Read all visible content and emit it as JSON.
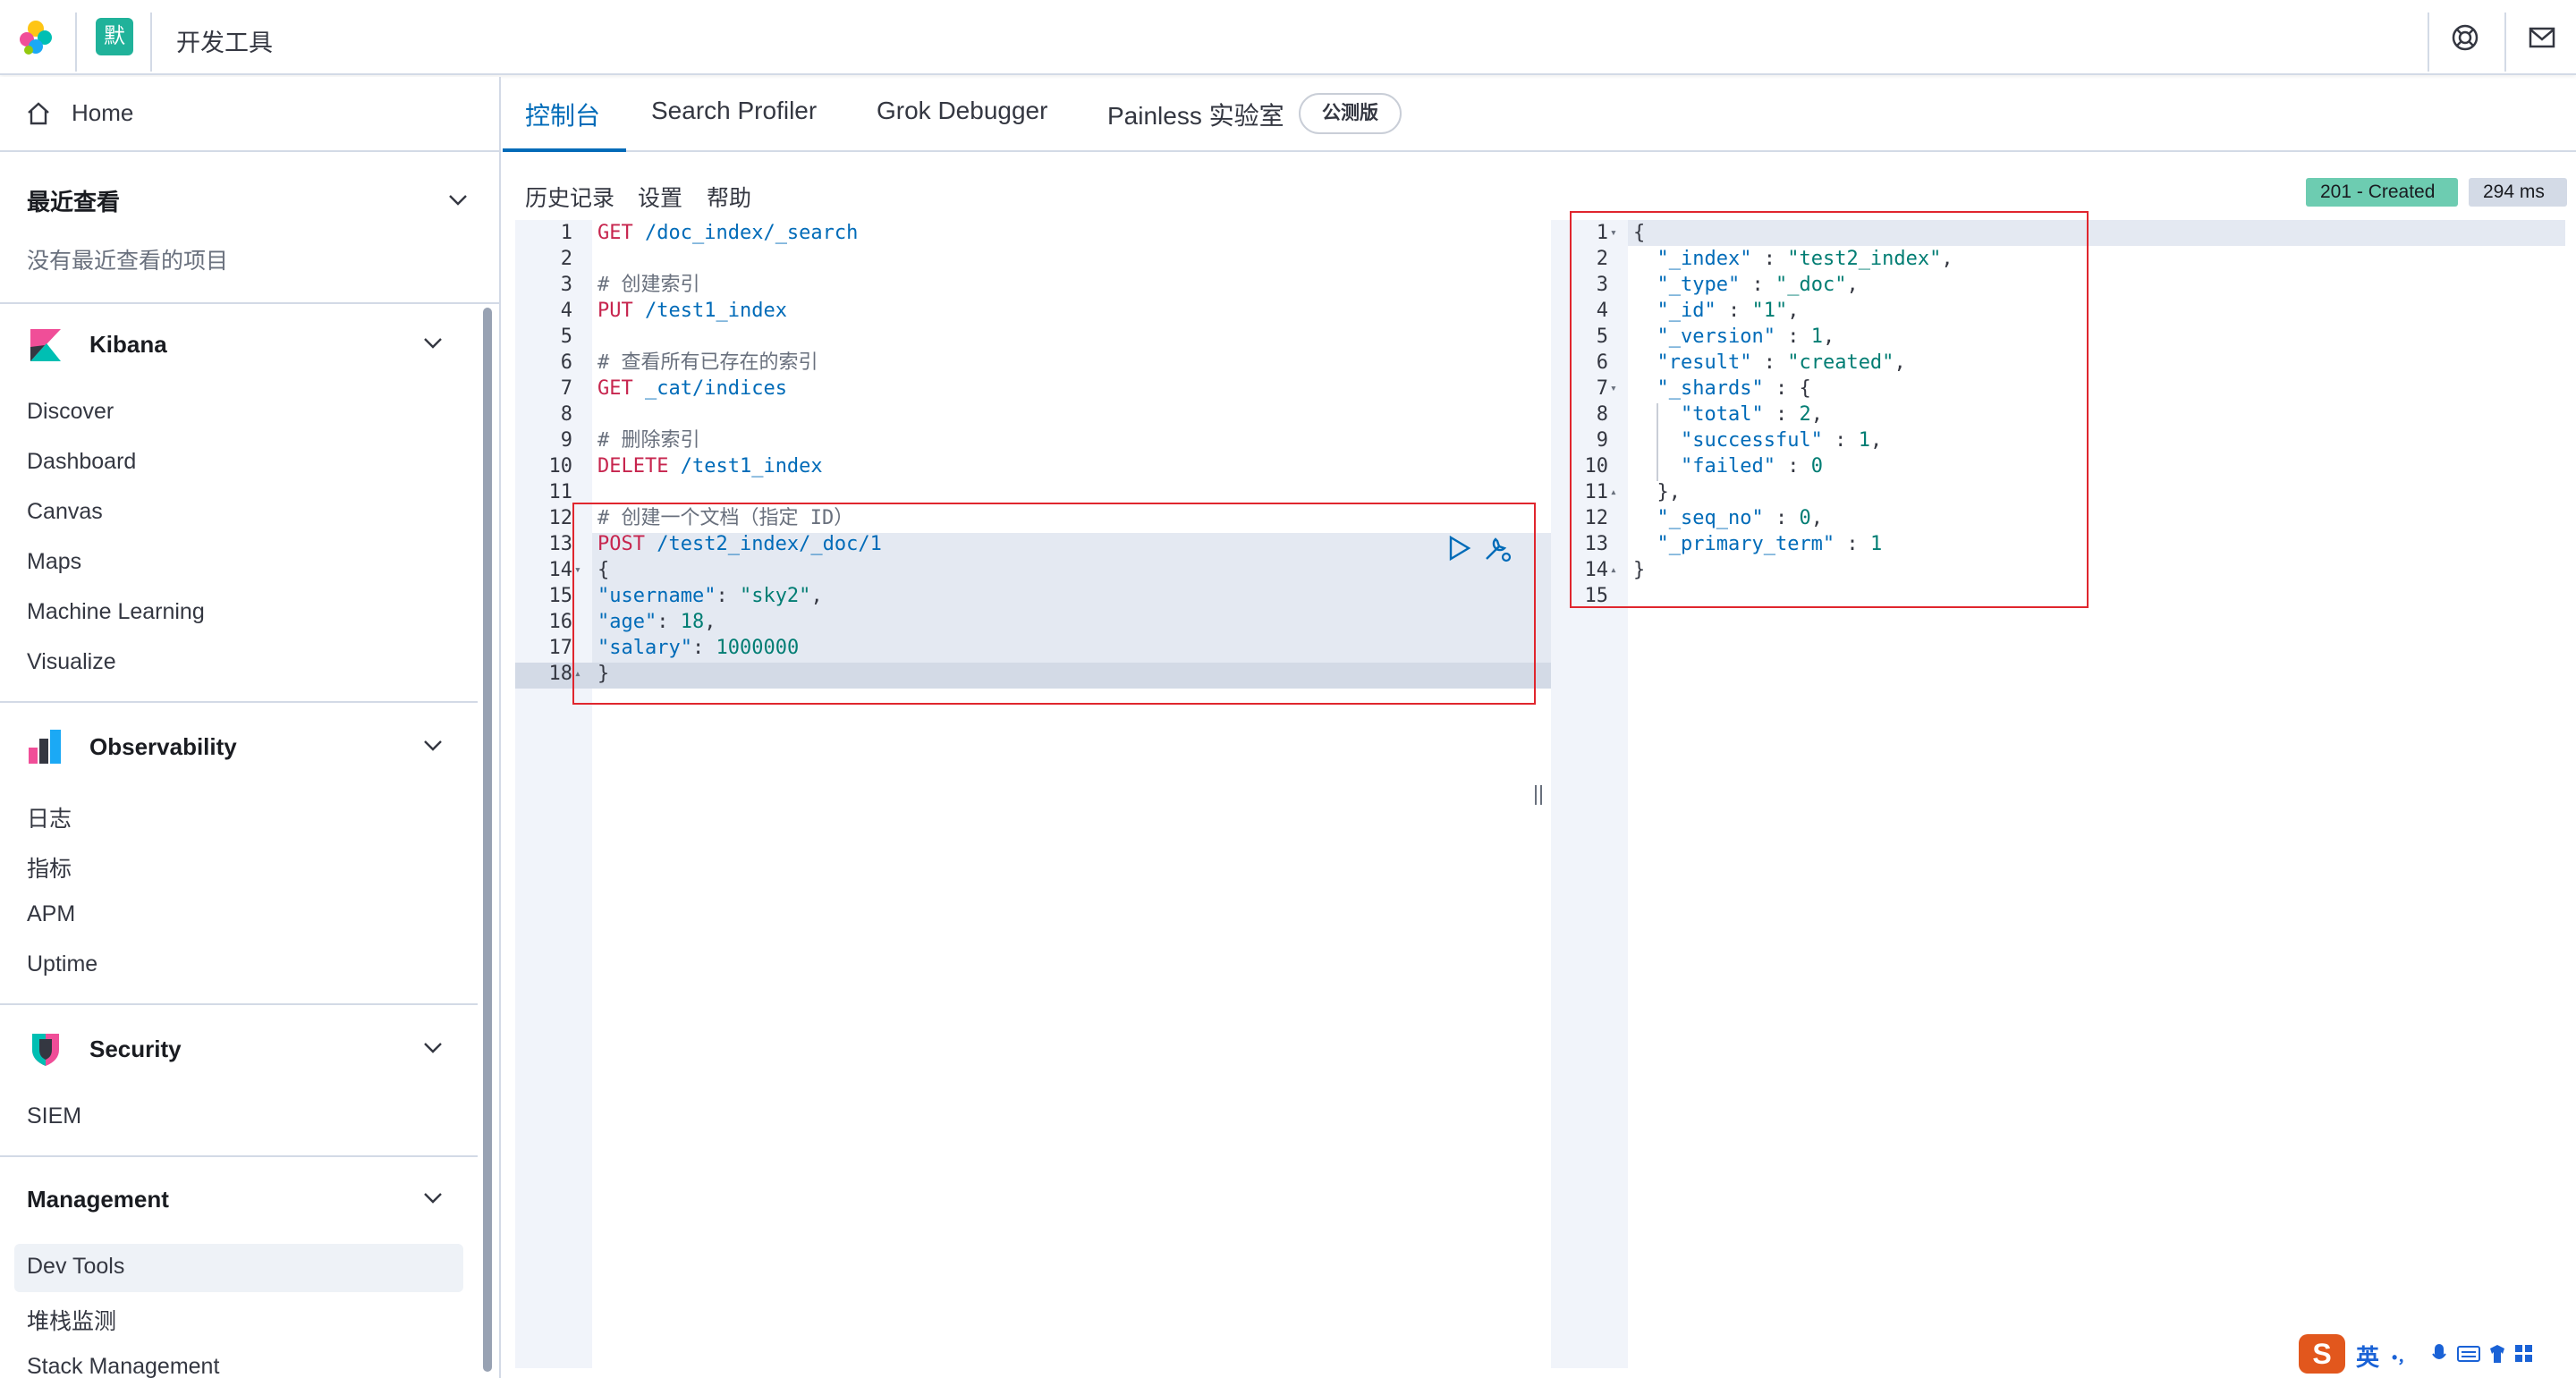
{
  "header": {
    "space_initial": "默",
    "app_title": "开发工具"
  },
  "sidebar": {
    "home": "Home",
    "recent_title": "最近查看",
    "recent_empty": "没有最近查看的项目",
    "groups": [
      {
        "title": "Kibana",
        "items": [
          "Discover",
          "Dashboard",
          "Canvas",
          "Maps",
          "Machine Learning",
          "Visualize"
        ]
      },
      {
        "title": "Observability",
        "items": [
          "日志",
          "指标",
          "APM",
          "Uptime"
        ]
      },
      {
        "title": "Security",
        "items": [
          "SIEM"
        ]
      },
      {
        "title": "Management",
        "items": [
          "Dev Tools",
          "堆栈监测",
          "Stack Management"
        ]
      }
    ]
  },
  "tabs": [
    {
      "label": "控制台",
      "active": true
    },
    {
      "label": "Search Profiler"
    },
    {
      "label": "Grok Debugger"
    },
    {
      "label": "Painless 实验室"
    }
  ],
  "beta_label": "公测版",
  "menu": [
    "历史记录",
    "设置",
    "帮助"
  ],
  "status": {
    "code": "201 - Created",
    "time": "294 ms"
  },
  "editor_lines": [
    {
      "n": "1",
      "parts": [
        [
          "m",
          "GET"
        ],
        [
          "p",
          " /doc_index/_search"
        ]
      ]
    },
    {
      "n": "2",
      "parts": []
    },
    {
      "n": "3",
      "parts": [
        [
          "c",
          "# 创建索引"
        ]
      ]
    },
    {
      "n": "4",
      "parts": [
        [
          "m",
          "PUT"
        ],
        [
          "p",
          " /test1_index"
        ]
      ]
    },
    {
      "n": "5",
      "parts": []
    },
    {
      "n": "6",
      "parts": [
        [
          "c",
          "# 查看所有已存在的索引"
        ]
      ]
    },
    {
      "n": "7",
      "parts": [
        [
          "m",
          "GET"
        ],
        [
          "p",
          " _cat/indices"
        ]
      ]
    },
    {
      "n": "8",
      "parts": []
    },
    {
      "n": "9",
      "parts": [
        [
          "c",
          "# 删除索引"
        ]
      ]
    },
    {
      "n": "10",
      "parts": [
        [
          "m",
          "DELETE"
        ],
        [
          "p",
          " /test1_index"
        ]
      ]
    },
    {
      "n": "11",
      "parts": []
    },
    {
      "n": "12",
      "parts": [
        [
          "c",
          "# 创建一个文档（指定 ID）"
        ]
      ]
    },
    {
      "n": "13",
      "parts": [
        [
          "m",
          "POST"
        ],
        [
          "p",
          " /test2_index/_doc/1"
        ]
      ]
    },
    {
      "n": "14",
      "fold": "▾",
      "parts": [
        [
          "u",
          "{"
        ]
      ]
    },
    {
      "n": "15",
      "parts": [
        [
          "k",
          "\"username\""
        ],
        [
          "u",
          ": "
        ],
        [
          "s",
          "\"sky2\""
        ],
        [
          "u",
          ","
        ]
      ]
    },
    {
      "n": "16",
      "parts": [
        [
          "k",
          "\"age\""
        ],
        [
          "u",
          ": "
        ],
        [
          "d",
          "18"
        ],
        [
          "u",
          ","
        ]
      ]
    },
    {
      "n": "17",
      "parts": [
        [
          "k",
          "\"salary\""
        ],
        [
          "u",
          ": "
        ],
        [
          "d",
          "1000000"
        ]
      ]
    },
    {
      "n": "18",
      "fold": "▴",
      "parts": [
        [
          "u",
          "}"
        ]
      ]
    }
  ],
  "output_lines": [
    {
      "n": "1",
      "fold": "▾",
      "parts": [
        [
          "u",
          "{"
        ]
      ]
    },
    {
      "n": "2",
      "parts": [
        [
          "u",
          "  "
        ],
        [
          "k",
          "\"_index\""
        ],
        [
          "u",
          " : "
        ],
        [
          "s",
          "\"test2_index\""
        ],
        [
          "u",
          ","
        ]
      ]
    },
    {
      "n": "3",
      "parts": [
        [
          "u",
          "  "
        ],
        [
          "k",
          "\"_type\""
        ],
        [
          "u",
          " : "
        ],
        [
          "s",
          "\"_doc\""
        ],
        [
          "u",
          ","
        ]
      ]
    },
    {
      "n": "4",
      "parts": [
        [
          "u",
          "  "
        ],
        [
          "k",
          "\"_id\""
        ],
        [
          "u",
          " : "
        ],
        [
          "s",
          "\"1\""
        ],
        [
          "u",
          ","
        ]
      ]
    },
    {
      "n": "5",
      "parts": [
        [
          "u",
          "  "
        ],
        [
          "k",
          "\"_version\""
        ],
        [
          "u",
          " : "
        ],
        [
          "d",
          "1"
        ],
        [
          "u",
          ","
        ]
      ]
    },
    {
      "n": "6",
      "parts": [
        [
          "u",
          "  "
        ],
        [
          "k",
          "\"result\""
        ],
        [
          "u",
          " : "
        ],
        [
          "s",
          "\"created\""
        ],
        [
          "u",
          ","
        ]
      ]
    },
    {
      "n": "7",
      "fold": "▾",
      "parts": [
        [
          "u",
          "  "
        ],
        [
          "k",
          "\"_shards\""
        ],
        [
          "u",
          " : {"
        ]
      ]
    },
    {
      "n": "8",
      "parts": [
        [
          "u",
          "    "
        ],
        [
          "k",
          "\"total\""
        ],
        [
          "u",
          " : "
        ],
        [
          "d",
          "2"
        ],
        [
          "u",
          ","
        ]
      ]
    },
    {
      "n": "9",
      "parts": [
        [
          "u",
          "    "
        ],
        [
          "k",
          "\"successful\""
        ],
        [
          "u",
          " : "
        ],
        [
          "d",
          "1"
        ],
        [
          "u",
          ","
        ]
      ]
    },
    {
      "n": "10",
      "parts": [
        [
          "u",
          "    "
        ],
        [
          "k",
          "\"failed\""
        ],
        [
          "u",
          " : "
        ],
        [
          "d",
          "0"
        ]
      ]
    },
    {
      "n": "11",
      "fold": "▴",
      "parts": [
        [
          "u",
          "  },"
        ]
      ]
    },
    {
      "n": "12",
      "parts": [
        [
          "u",
          "  "
        ],
        [
          "k",
          "\"_seq_no\""
        ],
        [
          "u",
          " : "
        ],
        [
          "d",
          "0"
        ],
        [
          "u",
          ","
        ]
      ]
    },
    {
      "n": "13",
      "parts": [
        [
          "u",
          "  "
        ],
        [
          "k",
          "\"_primary_term\""
        ],
        [
          "u",
          " : "
        ],
        [
          "d",
          "1"
        ]
      ]
    },
    {
      "n": "14",
      "fold": "▴",
      "parts": [
        [
          "u",
          "}"
        ]
      ]
    },
    {
      "n": "15",
      "parts": []
    }
  ],
  "ime": {
    "logo": "S",
    "lang": "英",
    "punct": "•，"
  },
  "colors": {
    "accent": "#006bb8",
    "method": "#c7254e",
    "string": "#017d73",
    "success": "#6dccb1",
    "annotation": "#e0262e"
  }
}
